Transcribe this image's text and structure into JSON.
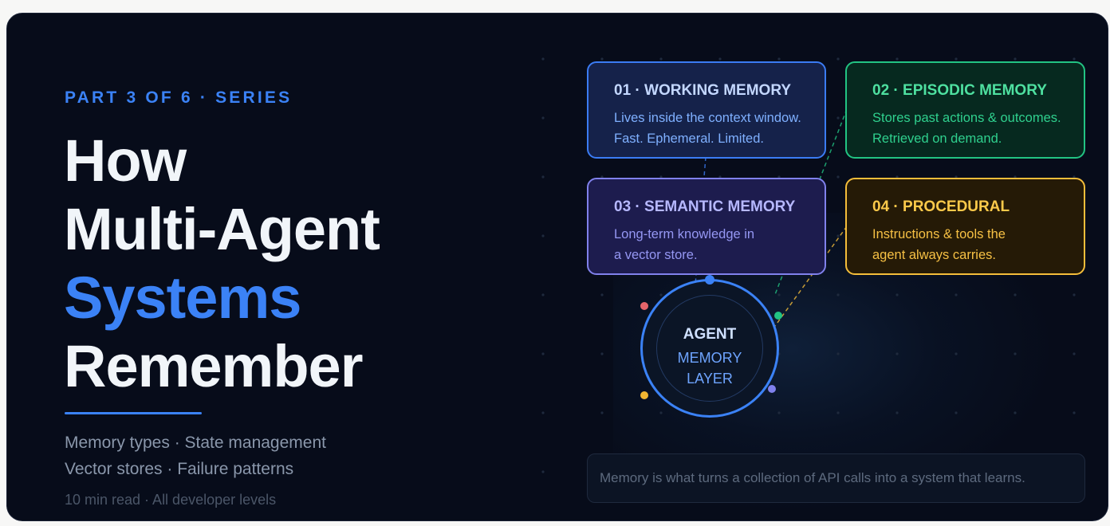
{
  "header": {
    "eyebrow": "PART 3 OF 6 · SERIES",
    "title_lines": [
      "How",
      "Multi-Agent",
      "Systems",
      "Remember"
    ]
  },
  "meta": {
    "line1": "Memory types · State management",
    "line2": "Vector stores · Failure patterns",
    "line3": "10 min read · All developer levels"
  },
  "memory_types": [
    {
      "heading": "01 · WORKING MEMORY",
      "body_lines": [
        "Lives inside the context window.",
        "Fast. Ephemeral. Limited."
      ],
      "color": "#3b7cf4"
    },
    {
      "heading": "02 · EPISODIC MEMORY",
      "body_lines": [
        "Stores past actions & outcomes.",
        "Retrieved on demand."
      ],
      "color": "#22c483"
    },
    {
      "heading": "03 · SEMANTIC MEMORY",
      "body_lines": [
        "Long-term knowledge in",
        "a vector store."
      ],
      "color": "#8081ec"
    },
    {
      "heading": "04 · PROCEDURAL",
      "body_lines": [
        "Instructions & tools the",
        "agent always carries."
      ],
      "color": "#f4bd3a"
    }
  ],
  "agent": {
    "line1": "AGENT",
    "line2": "MEMORY",
    "line3": "LAYER"
  },
  "quote": "Memory is what turns a collection of API calls into a system that learns.",
  "colors": {
    "accent": "#3b82f6",
    "background": "#070c1a",
    "orbit_red": "#e5646a",
    "orbit_yellow": "#f2b632"
  }
}
